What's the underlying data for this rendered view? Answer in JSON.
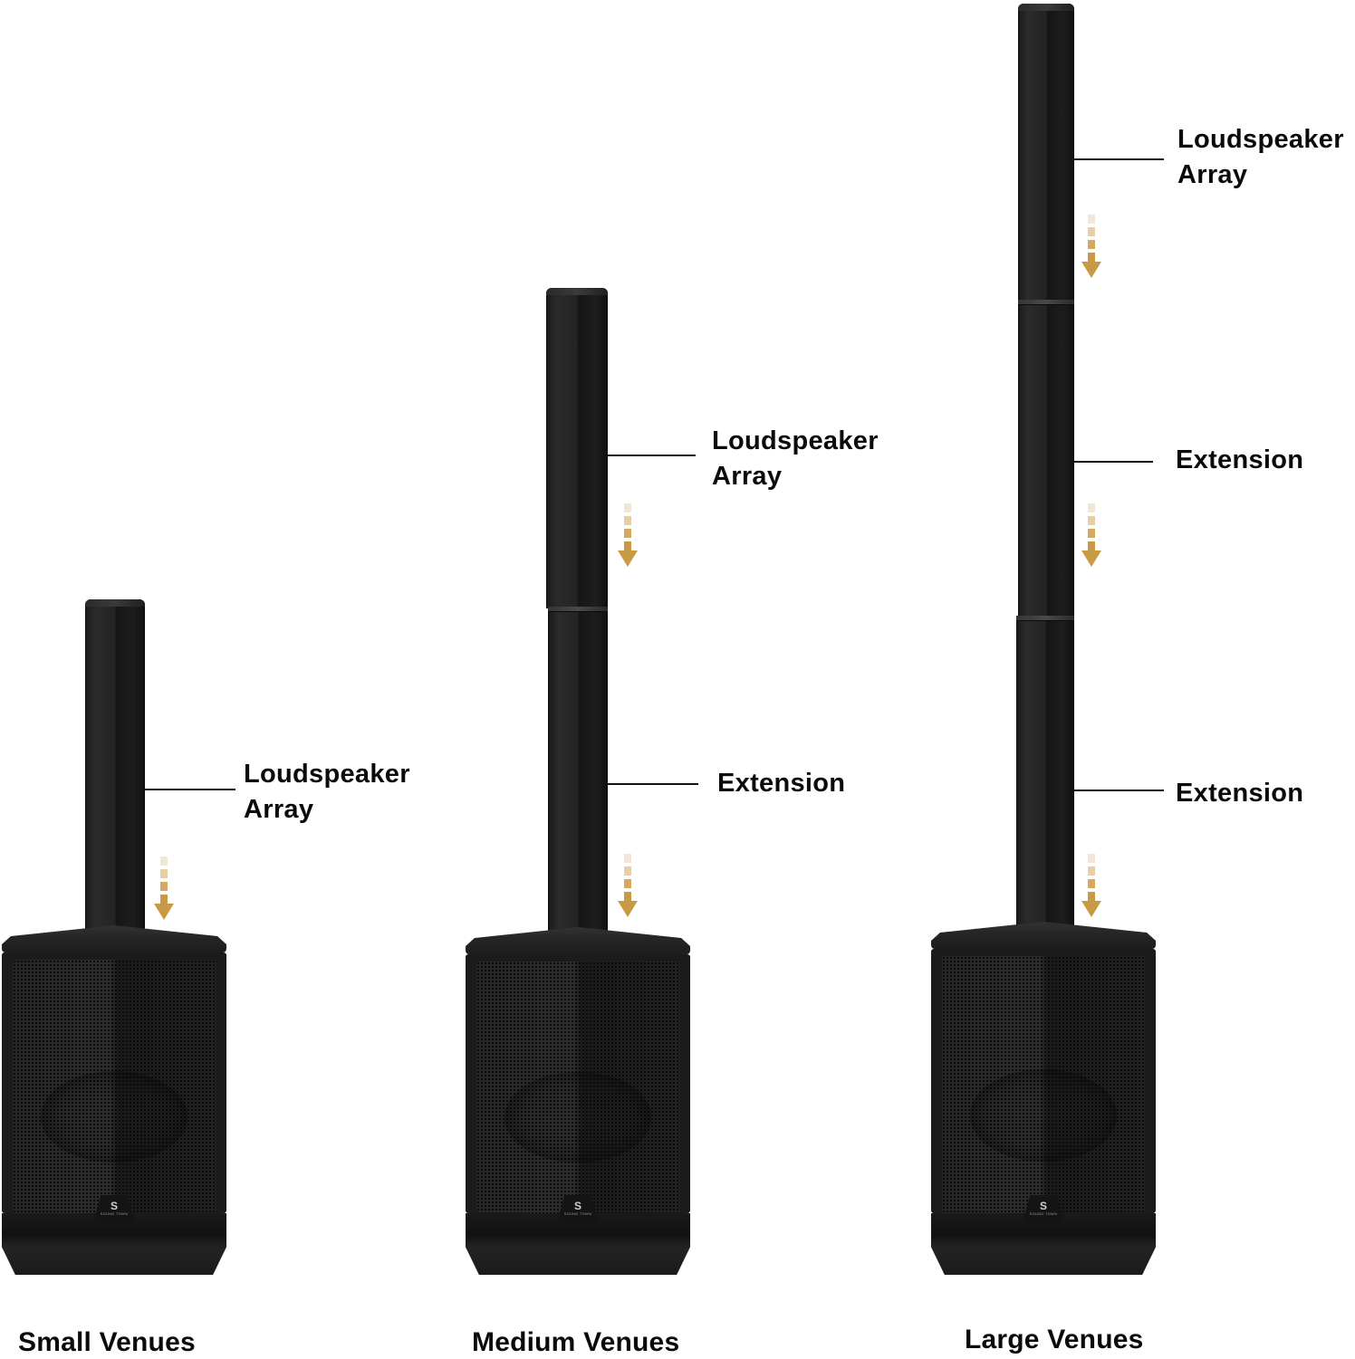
{
  "diagram": {
    "subject": "Modular column PA speaker system configurations",
    "accent_color": "#c99a45",
    "speaker_color": "#1c1c1c",
    "configurations": [
      {
        "id": "small",
        "caption": "Small Venues",
        "components": [
          "Loudspeaker Array",
          "Subwoofer base"
        ],
        "callouts": [
          {
            "label_line1": "Loudspeaker",
            "label_line2": "Array"
          }
        ],
        "arrows": 1,
        "logo": {
          "mark": "S",
          "brand": "SOUND TOWN"
        }
      },
      {
        "id": "medium",
        "caption": "Medium Venues",
        "components": [
          "Loudspeaker Array",
          "Extension",
          "Subwoofer base"
        ],
        "callouts": [
          {
            "label_line1": "Loudspeaker",
            "label_line2": "Array"
          },
          {
            "label_line1": "Extension",
            "label_line2": ""
          }
        ],
        "arrows": 2,
        "logo": {
          "mark": "S",
          "brand": "SOUND TOWN"
        }
      },
      {
        "id": "large",
        "caption": "Large Venues",
        "components": [
          "Loudspeaker Array",
          "Extension",
          "Extension",
          "Subwoofer base"
        ],
        "callouts": [
          {
            "label_line1": "Loudspeaker",
            "label_line2": "Array"
          },
          {
            "label_line1": "Extension",
            "label_line2": ""
          },
          {
            "label_line1": "Extension",
            "label_line2": ""
          }
        ],
        "arrows": 3,
        "logo": {
          "mark": "S",
          "brand": "SOUND TOWN"
        }
      }
    ]
  }
}
